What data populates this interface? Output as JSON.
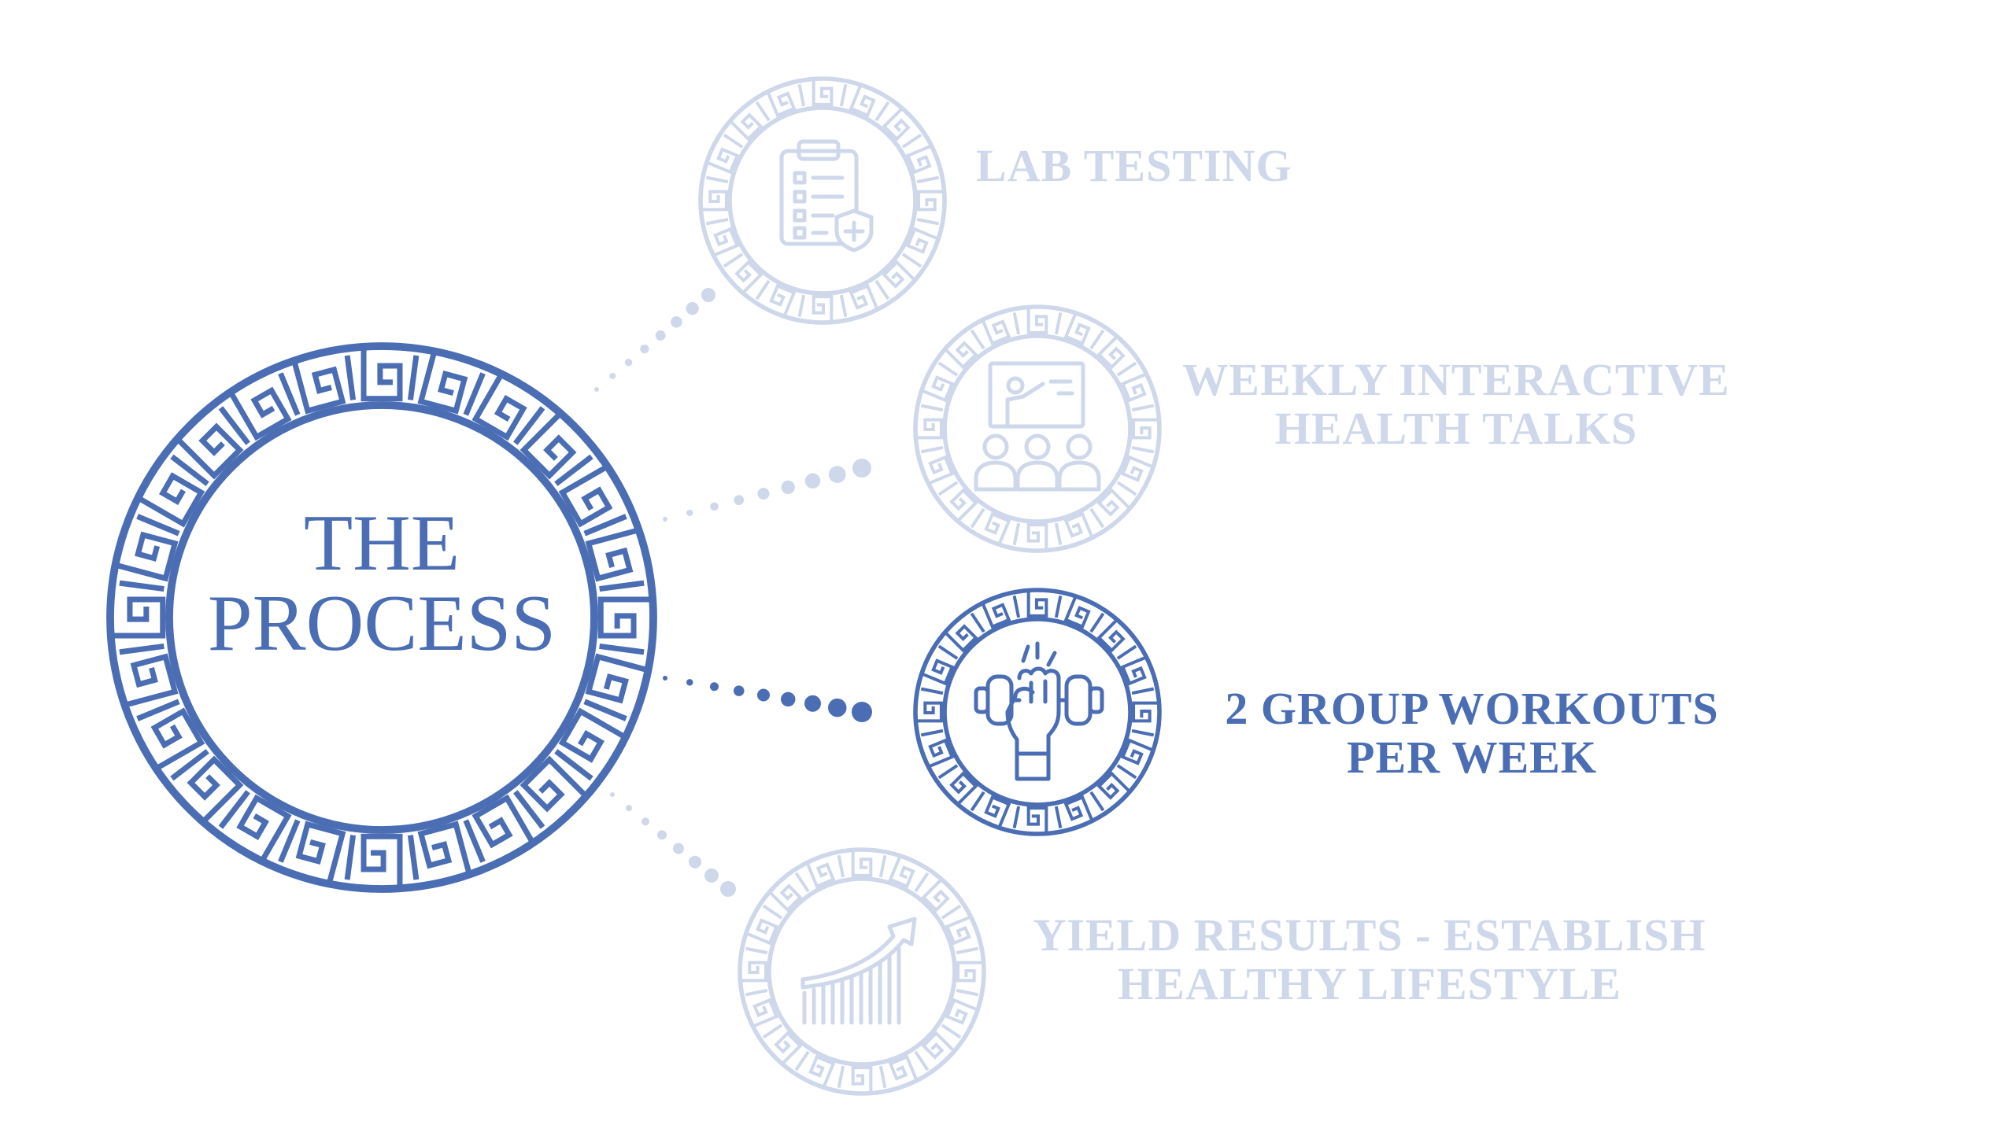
{
  "center": {
    "line1": "THE",
    "line2": "PROCESS"
  },
  "steps": [
    {
      "lines": [
        "LAB TESTING"
      ],
      "icon": "clipboard-shield-icon",
      "state": "faded"
    },
    {
      "lines": [
        "WEEKLY INTERACTIVE",
        "HEALTH TALKS"
      ],
      "icon": "presentation-audience-icon",
      "state": "faded"
    },
    {
      "lines": [
        "2 GROUP WORKOUTS",
        "PER WEEK"
      ],
      "icon": "fist-dumbbell-icon",
      "state": "active"
    },
    {
      "lines": [
        "YIELD RESULTS - ESTABLISH",
        "HEALTHY LIFESTYLE"
      ],
      "icon": "growth-chart-arrow-icon",
      "state": "faded"
    }
  ],
  "colors": {
    "active": "#4a6db3",
    "faded": "#ced8ea"
  }
}
